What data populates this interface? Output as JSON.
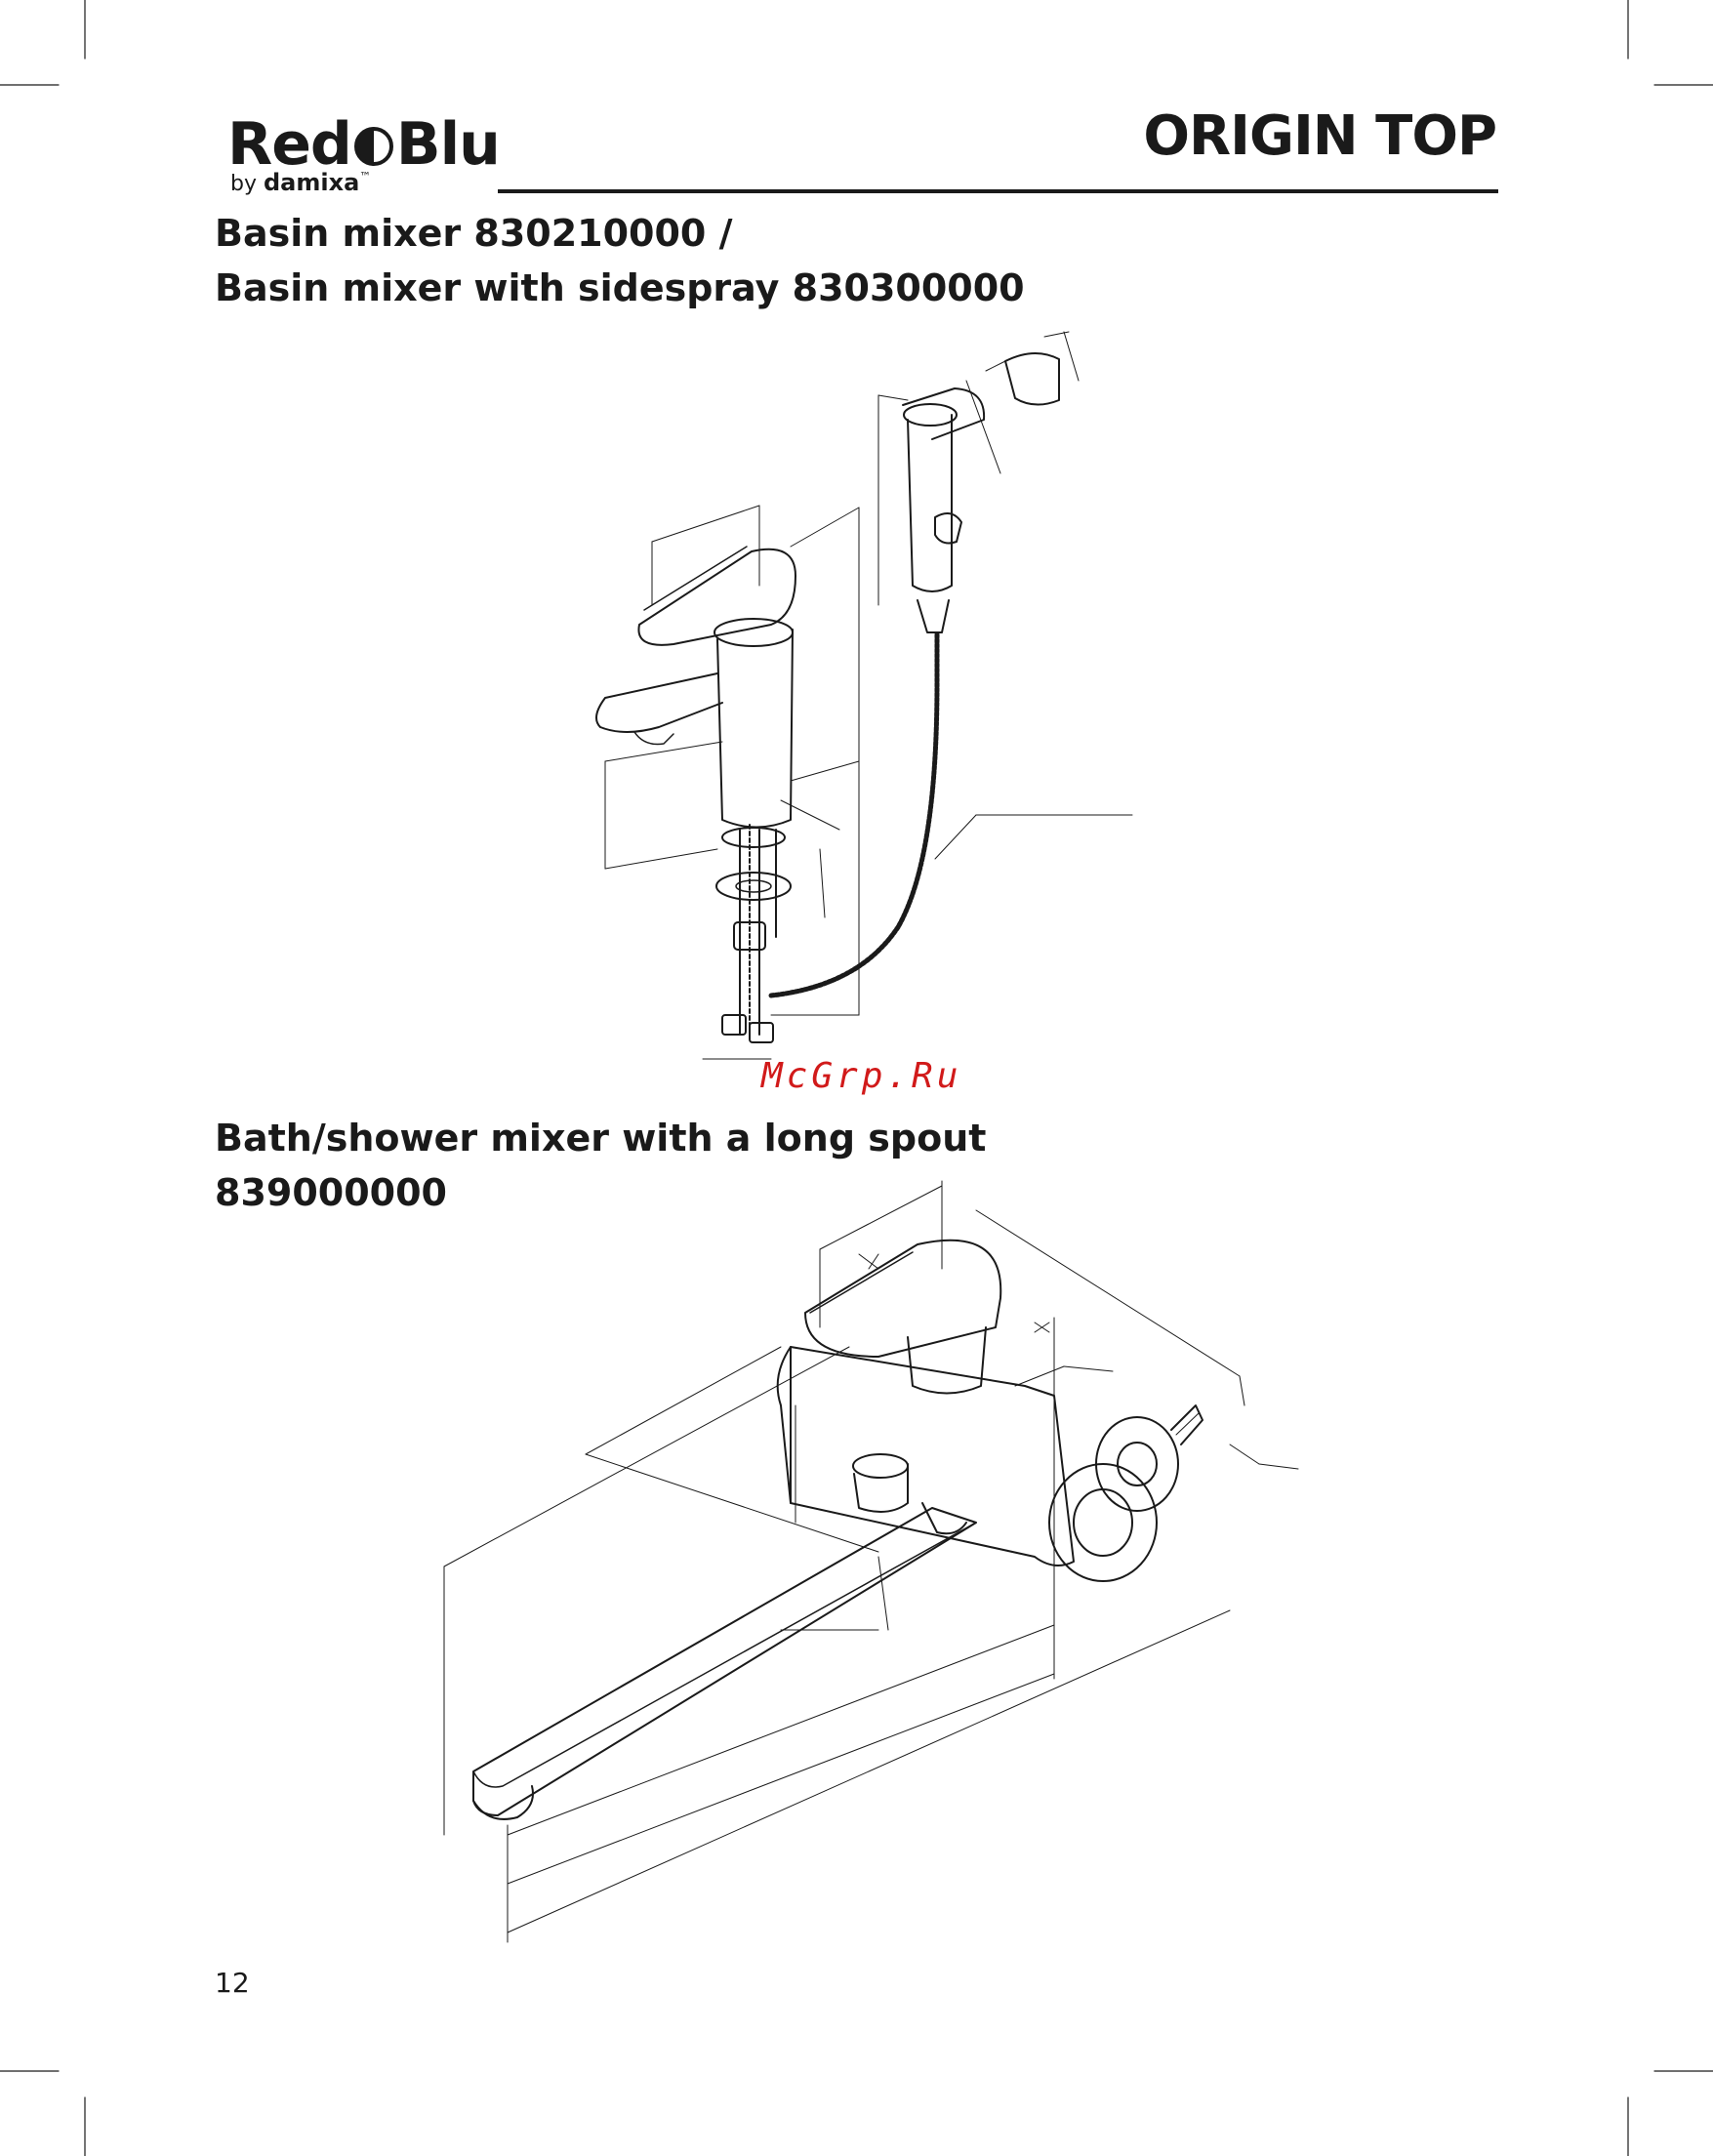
{
  "logo": {
    "wordmark_left": "Red",
    "wordmark_right": "Blu",
    "by": "by",
    "brand": "damixa",
    "tm": "™"
  },
  "header": {
    "title": "ORIGIN TOP"
  },
  "section1": {
    "line1": "Basin mixer 830210000 /",
    "line2": "Basin mixer with sidespray 830300000"
  },
  "section2": {
    "line1": "Bath/shower mixer with a long spout",
    "line2": "839000000"
  },
  "watermark": "McGrp.Ru",
  "page_number": "12"
}
